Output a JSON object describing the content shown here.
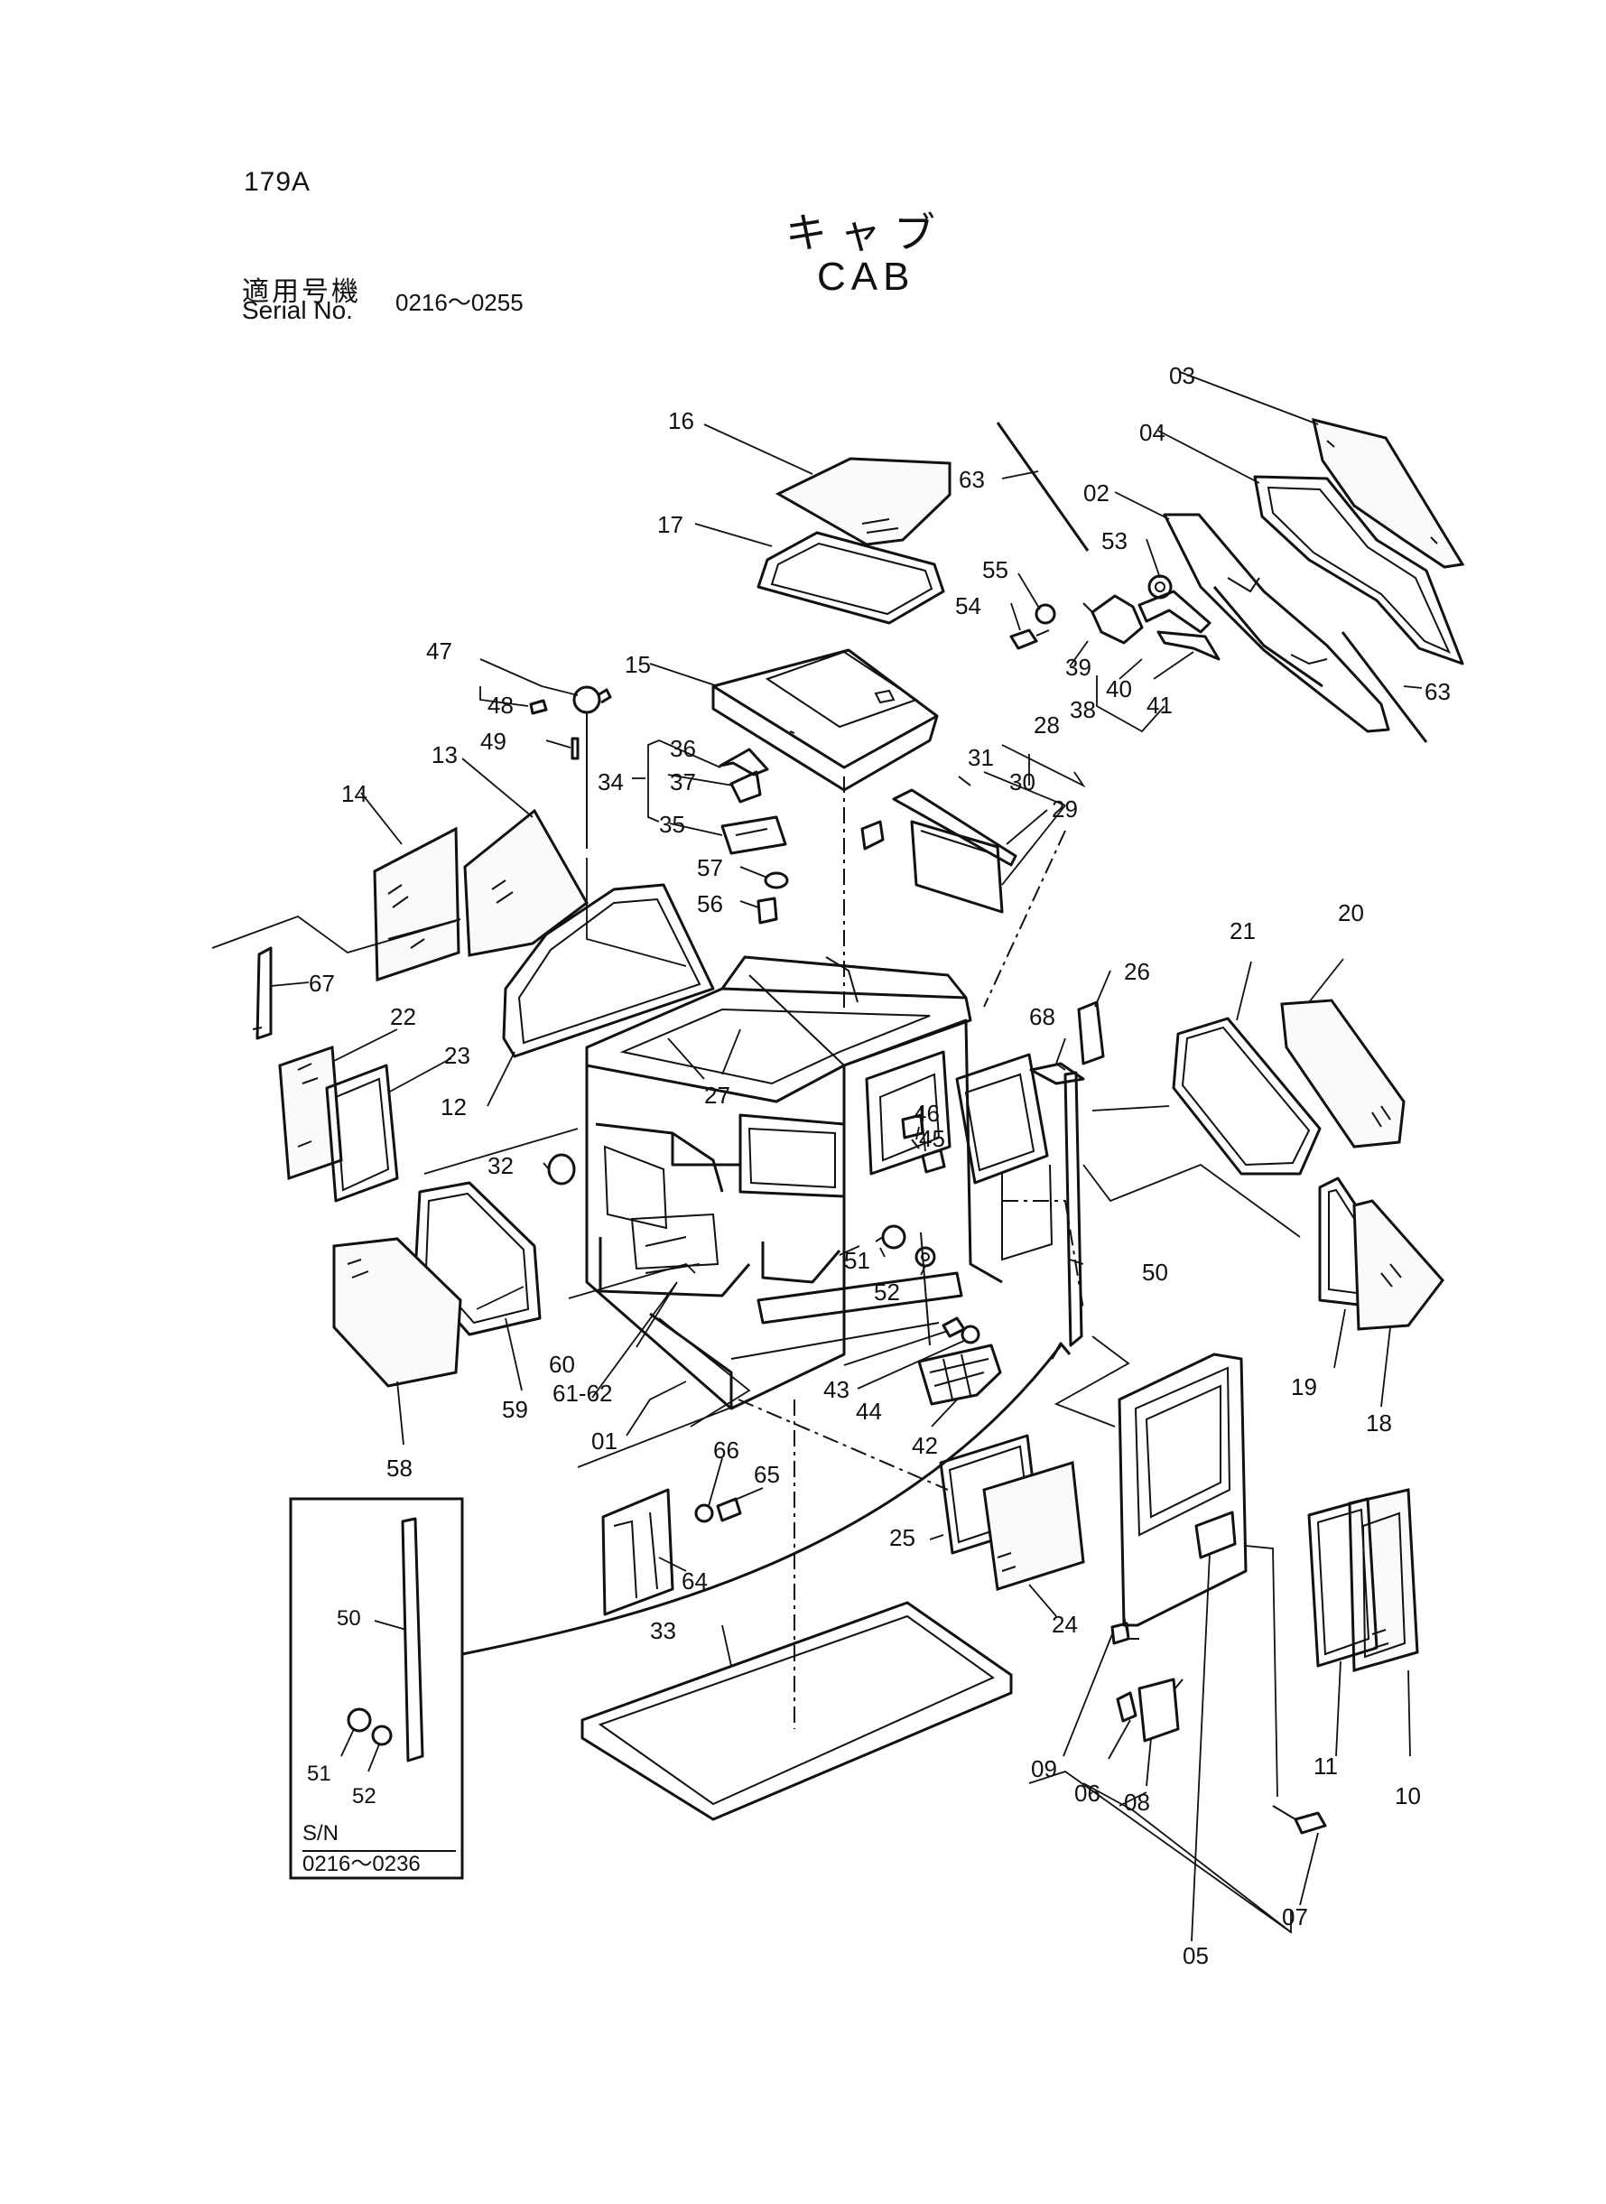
{
  "header": {
    "page_code": "179A",
    "title_jp": "キャブ",
    "title_en": "CAB",
    "serial_label_jp": "適用号機",
    "serial_label_en": "Serial No.",
    "serial_range": "0216～0255"
  },
  "parts": {
    "p01": "01",
    "p02": "02",
    "p03": "03",
    "p04": "04",
    "p05": "05",
    "p06": "06",
    "p07": "07",
    "p08": "08",
    "p09": "09",
    "p10": "10",
    "p11": "11",
    "p12": "12",
    "p13": "13",
    "p14": "14",
    "p15": "15",
    "p16": "16",
    "p17": "17",
    "p18": "18",
    "p19": "19",
    "p20": "20",
    "p21": "21",
    "p22": "22",
    "p23": "23",
    "p24": "24",
    "p25": "25",
    "p26": "26",
    "p27": "27",
    "p28": "28",
    "p29": "29",
    "p30": "30",
    "p31": "31",
    "p32": "32",
    "p33": "33",
    "p34": "34",
    "p35": "35",
    "p36": "36",
    "p37": "37",
    "p38": "38",
    "p39": "39",
    "p40": "40",
    "p41": "41",
    "p42": "42",
    "p43": "43",
    "p44": "44",
    "p45": "45",
    "p46": "46",
    "p47": "47",
    "p48": "48",
    "p49": "49",
    "p50": "50",
    "p51": "51",
    "p52": "52",
    "p53": "53",
    "p54": "54",
    "p55": "55",
    "p56": "56",
    "p57": "57",
    "p58": "58",
    "p59": "59",
    "p60": "60",
    "p61_62": "61-62",
    "p63": "63",
    "p64": "64",
    "p65": "65",
    "p66": "66",
    "p67": "67",
    "p68": "68"
  },
  "inset": {
    "p50": "50",
    "p51": "51",
    "p52": "52",
    "sn_label": "S/N",
    "sn_range": "0216～0236"
  }
}
